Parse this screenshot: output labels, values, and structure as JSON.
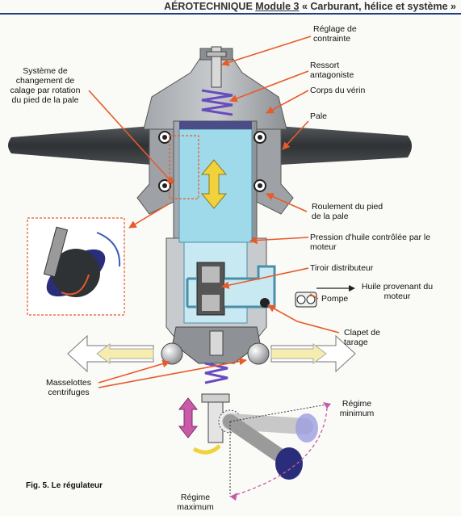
{
  "header": {
    "title_bold": "AÉROTECHNIQUE",
    "module": "Module 3",
    "subtitle": "« Carburant, hélice et système »"
  },
  "labels": {
    "reglage": "Réglage de contrainte",
    "ressort": "Ressort antagoniste",
    "corps": "Corps du vérin",
    "pale": "Pale",
    "systeme": "Système de changement de calage par rotation du pied de la pale",
    "roulement": "Roulement du pied de la pale",
    "pression": "Pression d'huile contrôlée par le moteur",
    "tiroir": "Tiroir distributeur",
    "huile": "Huile provenant du moteur",
    "pompe": "Pompe",
    "clapet": "Clapet de tarage",
    "masselottes": "Masselottes centrifuges",
    "regime_min": "Régime minimum",
    "regime_max": "Régime maximum"
  },
  "caption": "Fig. 5. Le régulateur",
  "colors": {
    "header_rule": "#1d3f8a",
    "body_gray": "#8e9296",
    "oil_cyan": "#9fdaea",
    "blade_dark": "#3a3d40",
    "leader_red": "#e85a2a",
    "spring_purple": "#6a4bbf",
    "arrow_yellow": "#f2d23a",
    "arrow_magenta": "#c85aa8",
    "weight_navy": "#2a2e7a"
  }
}
